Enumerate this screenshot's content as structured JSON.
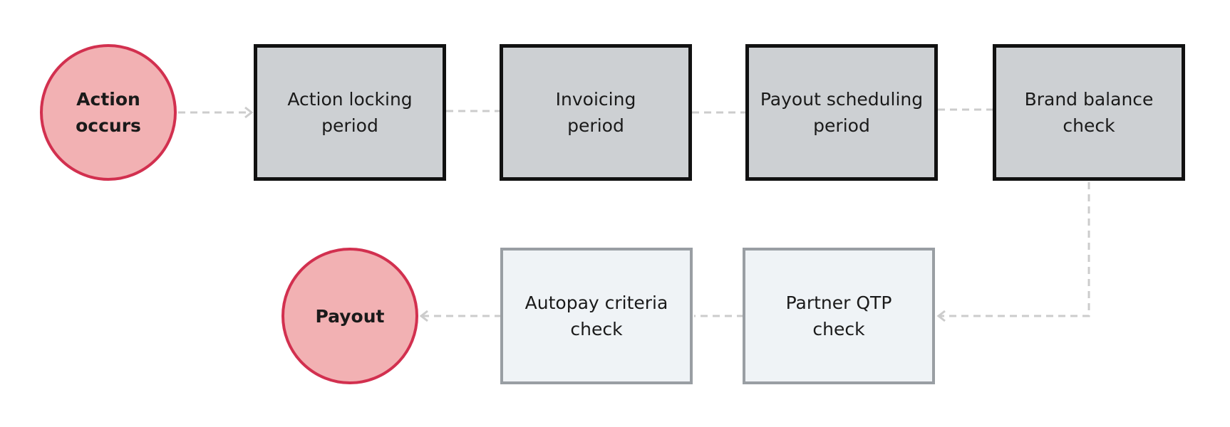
{
  "colors": {
    "circle_fill": "#f2b1b3",
    "circle_border": "#d2304f",
    "dark_box_fill": "#cdd0d3",
    "dark_box_border": "#111111",
    "light_box_fill": "#eff3f6",
    "light_box_border": "#999ea3",
    "connector": "#cccccc"
  },
  "nodes": {
    "action_occurs": "Action\noccurs",
    "action_locking": "Action locking\nperiod",
    "invoicing": "Invoicing\nperiod",
    "payout_scheduling": "Payout scheduling\nperiod",
    "brand_balance": "Brand balance\ncheck",
    "partner_qtp": "Partner QTP\ncheck",
    "autopay_criteria": "Autopay criteria\ncheck",
    "payout": "Payout"
  }
}
